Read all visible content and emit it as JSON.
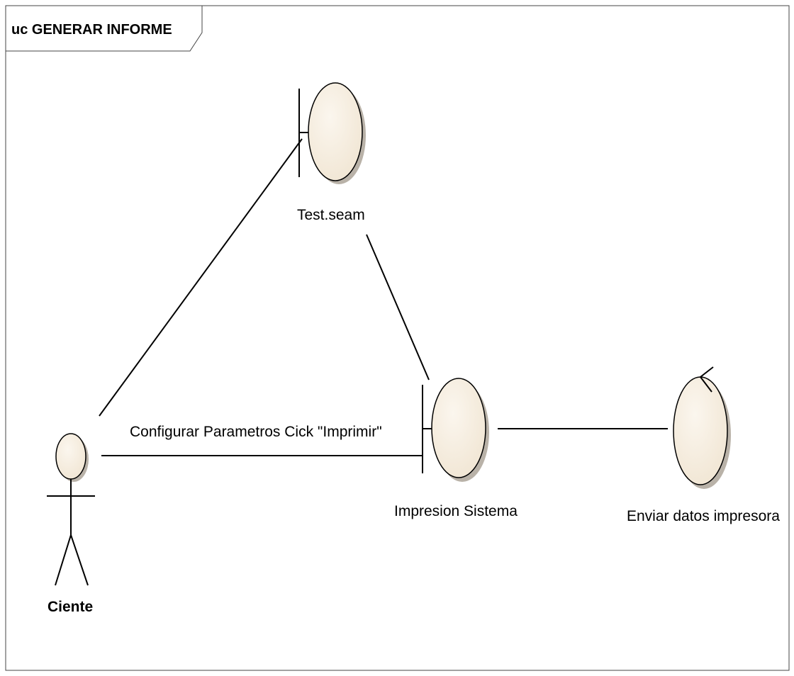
{
  "diagram": {
    "frame_title": "uc GENERAR INFORME",
    "actor": {
      "label": "Ciente"
    },
    "boundary_top": {
      "label": "Test.seam"
    },
    "boundary_mid": {
      "label": "Impresion Sistema"
    },
    "control": {
      "label": "Enviar datos impresora"
    },
    "message": {
      "label": "Configurar Parametros Cick \"Imprimir\""
    }
  },
  "colors": {
    "fill": "#f3e9d8",
    "shadow": "#b8b0a4",
    "stroke": "#000000"
  }
}
